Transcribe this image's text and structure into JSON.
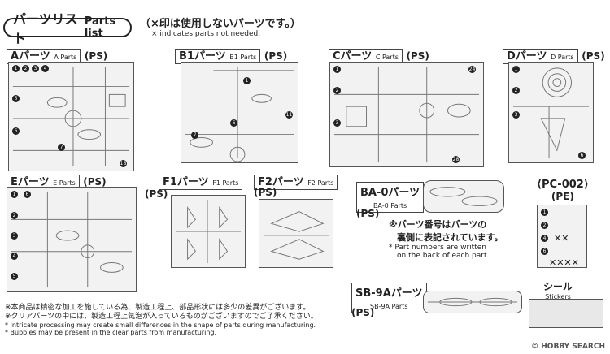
{
  "header": {
    "title_jp": "パーツリスト",
    "title_en": "Parts list",
    "note_jp": "（×印は使用しないパーツです。）",
    "note_en": "× indicates parts not needed."
  },
  "parts": {
    "a": {
      "label": "Aパーツ",
      "sub": "A Parts",
      "type": "(PS)"
    },
    "b1": {
      "label": "B1パーツ",
      "sub": "B1 Parts",
      "type": "(PS)"
    },
    "c": {
      "label": "Cパーツ",
      "sub": "C Parts",
      "type": "(PS)"
    },
    "d": {
      "label": "Dパーツ",
      "sub": "D Parts",
      "type": "(PS)"
    },
    "e": {
      "label": "Eパーツ",
      "sub": "E Parts",
      "type": "(PS)"
    },
    "f1": {
      "label": "F1パーツ",
      "sub": "F1 Parts",
      "type": "(PS)"
    },
    "f2": {
      "label": "F2パーツ",
      "sub": "F2 Parts",
      "type": "(PS)"
    },
    "ba0": {
      "label": "BA-0パーツ",
      "sub": "BA-0 Parts",
      "type": "(PS)"
    },
    "pc002": {
      "label": "⟨PC-002⟩",
      "type": "(PE)"
    },
    "sb9a": {
      "label": "SB-9Aパーツ",
      "sub": "SB-9A Parts",
      "type": "(PS)"
    },
    "seal": {
      "label": "シール",
      "sub": "Stickers"
    }
  },
  "ba0_note": {
    "jp1": "※パーツ番号はパーツの",
    "jp2": "裏側に表記されています。",
    "en1": "* Part numbers are written",
    "en2": "on the back of each part."
  },
  "footer": {
    "jp1": "※本商品は精密な加工を施している為、製造工程上、部品形状には多少の差異がございます。",
    "jp2": "※クリアパーツの中には、製造工程上気泡が入っているものがございますのでご了承ください。",
    "en1": "* Intricate processing may create small differences in the shape of parts during manufacturing.",
    "en2": "* Bubbles may be present in the clear parts from manufacturing."
  },
  "watermark": "© HOBBY SEARCH"
}
